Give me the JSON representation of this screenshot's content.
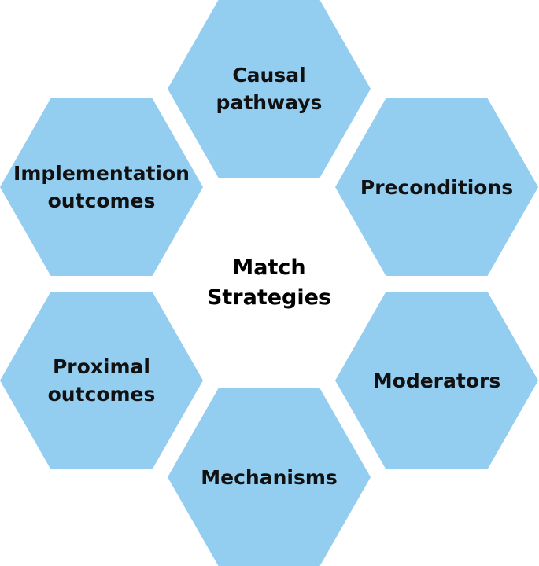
{
  "colors": {
    "hexagon_fill": "#93CDEF",
    "text": "#111111",
    "background": "#FFFFFF"
  },
  "center": {
    "line1": "Match",
    "line2": "Strategies"
  },
  "hexagons": [
    {
      "id": "causal-pathways",
      "lines": [
        "Causal",
        "pathways"
      ]
    },
    {
      "id": "preconditions",
      "lines": [
        "Preconditions"
      ]
    },
    {
      "id": "moderators",
      "lines": [
        "Moderators"
      ]
    },
    {
      "id": "mechanisms",
      "lines": [
        "Mechanisms"
      ]
    },
    {
      "id": "proximal-outcomes",
      "lines": [
        "Proximal",
        "outcomes"
      ]
    },
    {
      "id": "implementation-outcomes",
      "lines": [
        "Implementation",
        "outcomes"
      ]
    }
  ]
}
